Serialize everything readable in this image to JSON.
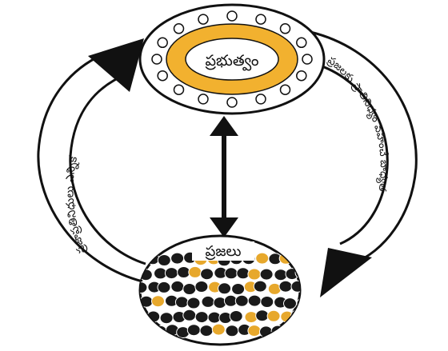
{
  "diagram": {
    "top_node": {
      "label": "ప్రభుత్వం"
    },
    "bottom_node": {
      "label": "ప్రజలు"
    },
    "left_arc_label": "ప్రజాప్రతినిధులు ఎన్నిక",
    "right_arc_label": "ప్రజలకు ప్రాతినిధ్యం వహించే బాధ్యత",
    "colors": {
      "outline": "#111111",
      "council_ring": "#f2b12f",
      "crowd_dark": "#1a1a1a",
      "crowd_accent": "#e7a82c",
      "background": "#ffffff"
    }
  }
}
